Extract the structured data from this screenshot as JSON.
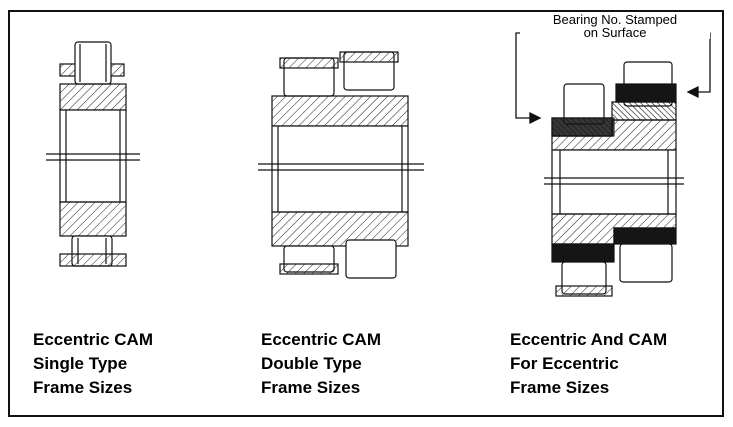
{
  "callout": {
    "line1": "Bearing No. Stamped",
    "line2": "on Surface"
  },
  "captions": [
    {
      "line1": "Eccentric CAM",
      "line2": "Single Type",
      "line3": "Frame Sizes"
    },
    {
      "line1": "Eccentric CAM",
      "line2": "Double Type",
      "line3": "Frame Sizes"
    },
    {
      "line1": "Eccentric And CAM",
      "line2": "For Eccentric",
      "line3": "Frame Sizes"
    }
  ],
  "colors": {
    "line": "#111111",
    "hatch": "#222222",
    "dark_band": "#151515"
  }
}
